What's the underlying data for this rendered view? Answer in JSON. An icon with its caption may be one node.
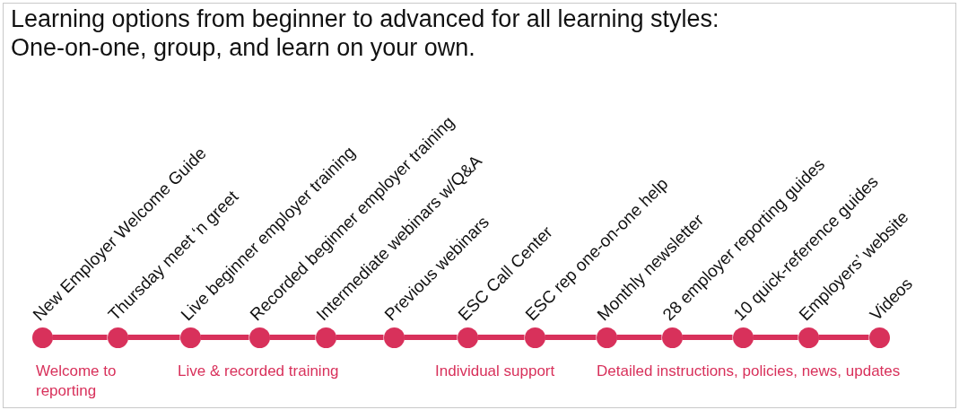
{
  "diagram": {
    "title": "Learning options from beginner to advanced for all learning styles: One-on-one, group, and learn on your own.",
    "nodes": [
      {
        "text": [],
        "shape": "circle",
        "beside": [
          "New Employer Welcome Guide"
        ]
      },
      {
        "text": [],
        "shape": "circle",
        "beside": [
          "Thursday meet ‘n greet"
        ]
      },
      {
        "text": [],
        "shape": "circle",
        "beside": [
          "Live beginner employer training"
        ]
      },
      {
        "text": [],
        "shape": "circle",
        "beside": [
          "Recorded beginner employer training"
        ]
      },
      {
        "text": [],
        "shape": "circle",
        "beside": [
          "Intermediate webinars w/Q&A"
        ]
      },
      {
        "text": [],
        "shape": "circle",
        "beside": [
          "Previous webinars"
        ]
      },
      {
        "text": [],
        "shape": "circle",
        "beside": [
          "ESC Call Center"
        ]
      },
      {
        "text": [],
        "shape": "circle",
        "beside": [
          "ESC rep one-on-one help"
        ]
      },
      {
        "text": [],
        "shape": "circle",
        "beside": [
          "Monthly newsletter"
        ]
      },
      {
        "text": [],
        "shape": "circle",
        "beside": [
          "28 employer reporting guides"
        ]
      },
      {
        "text": [],
        "shape": "circle",
        "beside": [
          "10 quick-reference guides"
        ]
      },
      {
        "text": [],
        "shape": "circle",
        "beside": [
          "Employers’ website"
        ]
      },
      {
        "text": [],
        "shape": "circle",
        "beside": [
          "Videos"
        ]
      }
    ],
    "edges": [
      {
        "from": 0,
        "to": 1,
        "arrow": "none"
      },
      {
        "from": 1,
        "to": 2,
        "arrow": "none"
      },
      {
        "from": 2,
        "to": 3,
        "arrow": "none"
      },
      {
        "from": 3,
        "to": 4,
        "arrow": "none"
      },
      {
        "from": 4,
        "to": 5,
        "arrow": "none"
      },
      {
        "from": 5,
        "to": 6,
        "arrow": "none"
      },
      {
        "from": 6,
        "to": 7,
        "arrow": "none"
      },
      {
        "from": 7,
        "to": 8,
        "arrow": "none"
      },
      {
        "from": 8,
        "to": 9,
        "arrow": "none"
      },
      {
        "from": 9,
        "to": 10,
        "arrow": "none"
      },
      {
        "from": 10,
        "to": 11,
        "arrow": "none"
      },
      {
        "from": 11,
        "to": 12,
        "arrow": "none"
      }
    ],
    "labels": [
      "Welcome to reporting",
      "Live & recorded training",
      "Individual support",
      "Detailed instructions, policies, news, updates"
    ]
  }
}
